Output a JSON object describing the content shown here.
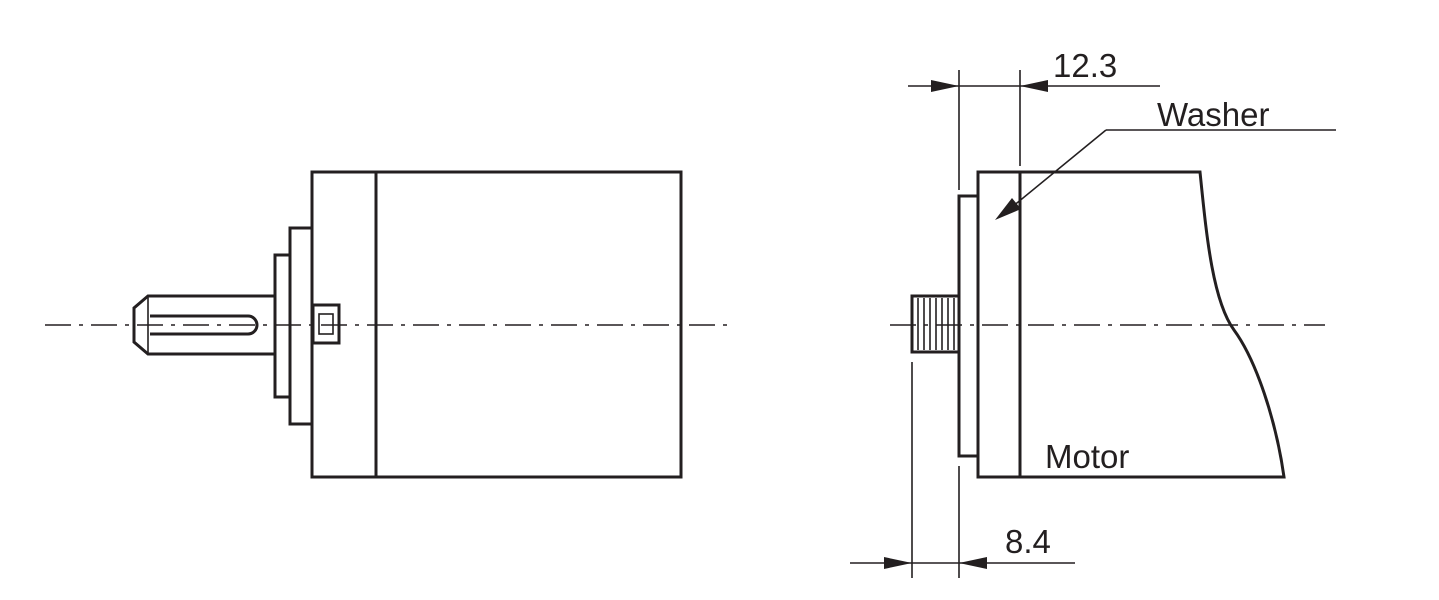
{
  "labels": {
    "top_dimension": "12.3",
    "bottom_dimension": "8.4",
    "washer": "Washer",
    "motor": "Motor"
  },
  "colors": {
    "line": "#231f20",
    "background": "#ffffff"
  }
}
